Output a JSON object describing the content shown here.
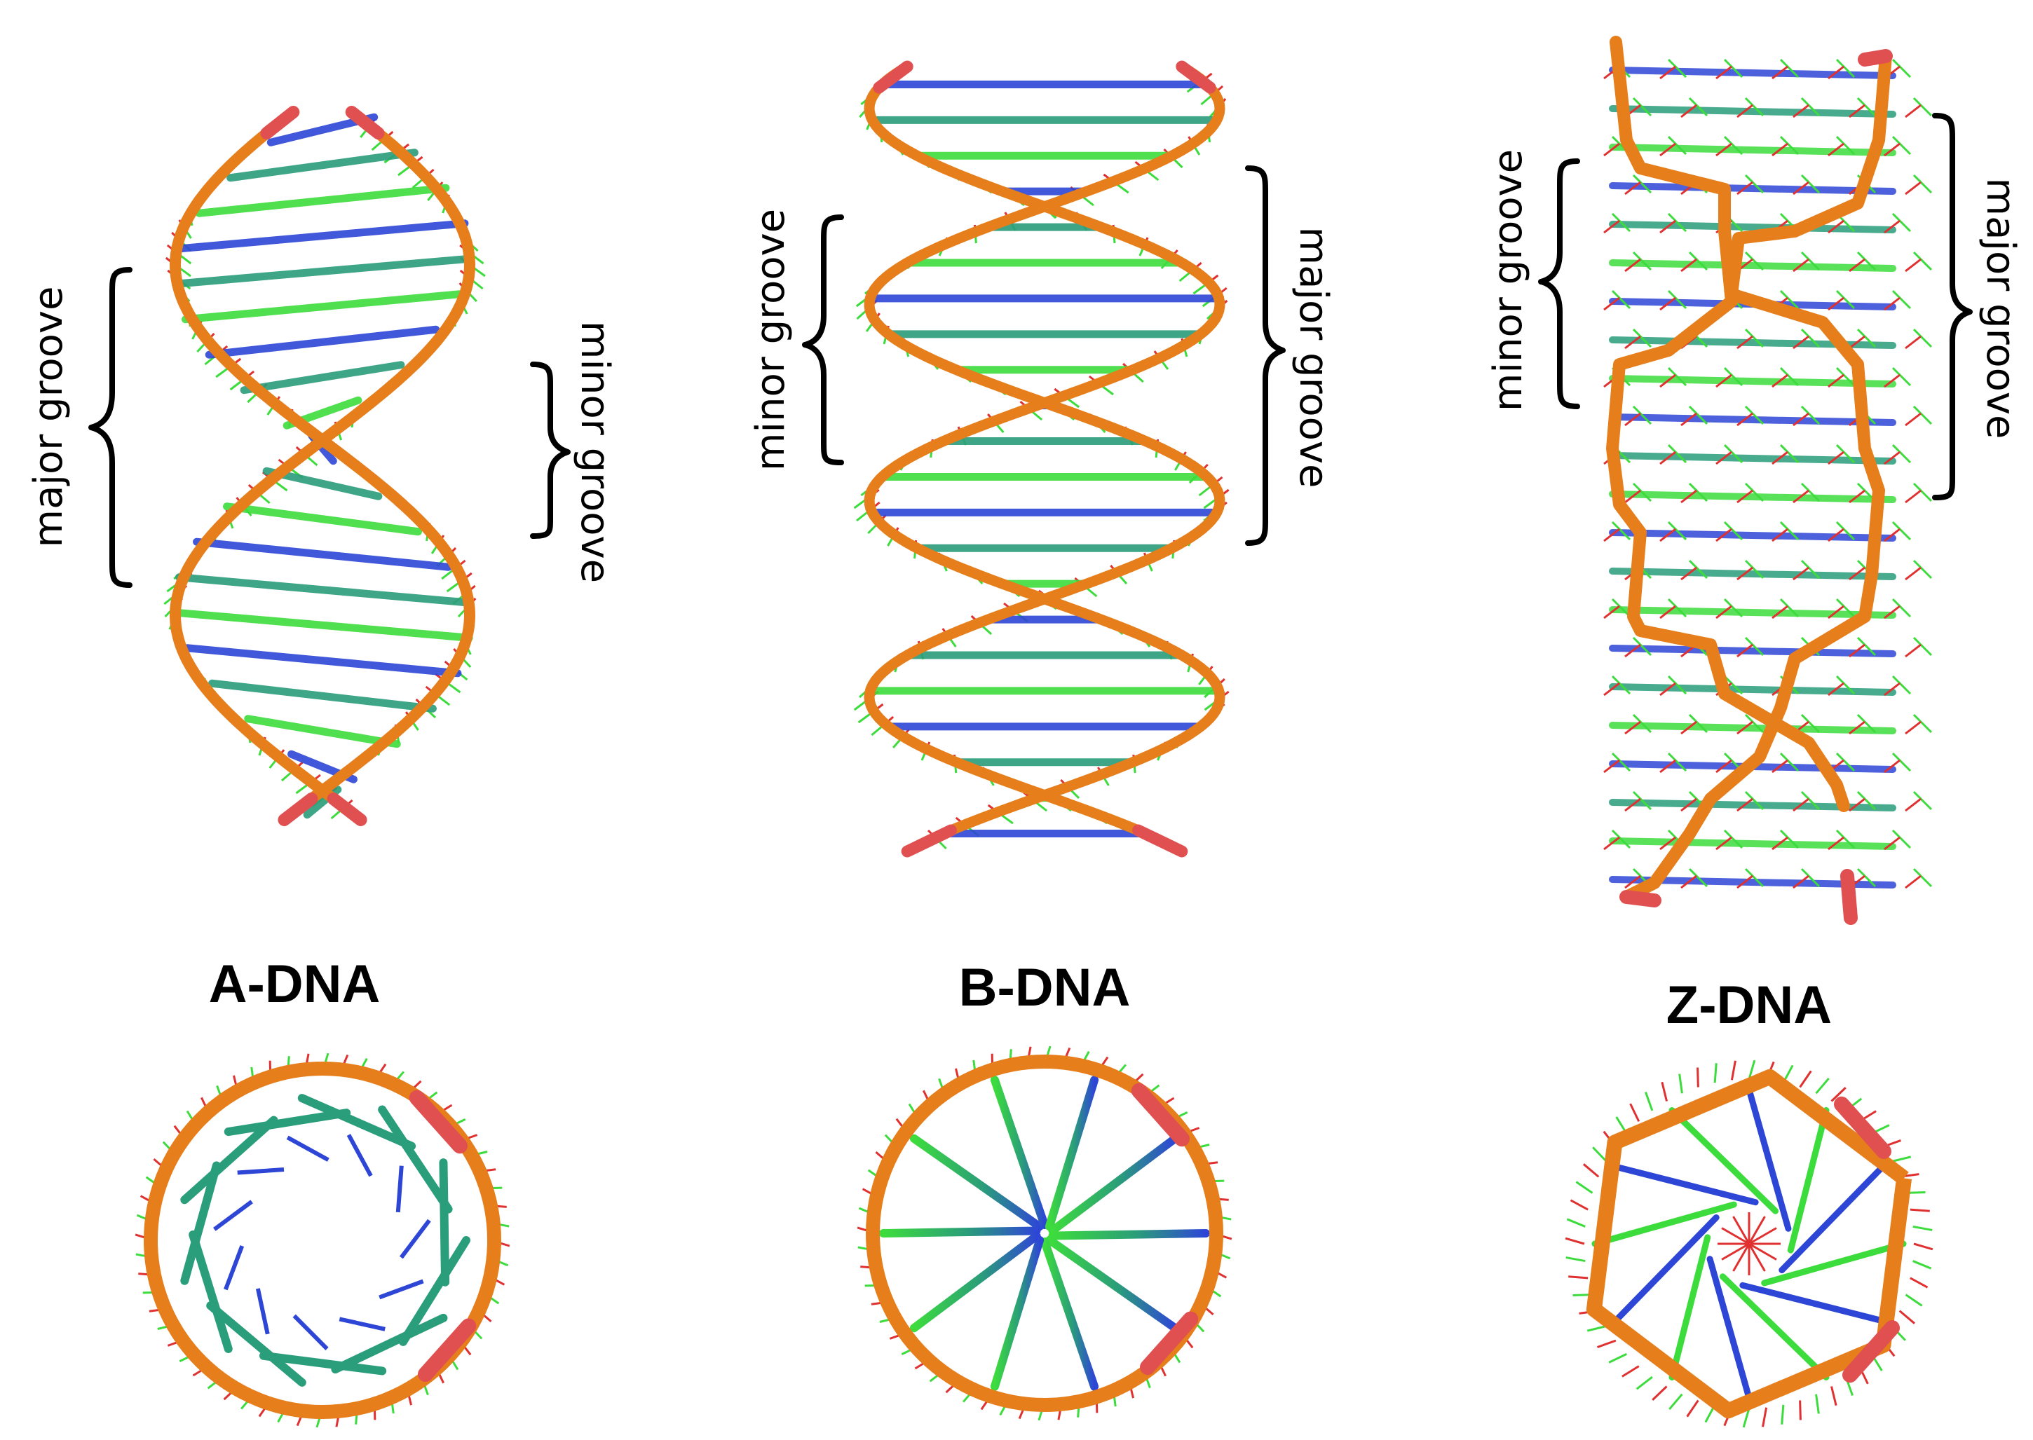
{
  "panels": [
    {
      "title": "A-DNA",
      "grooves": {
        "left": "major groove",
        "right": "minor groove"
      }
    },
    {
      "title": "B-DNA",
      "grooves": {
        "left": "minor groove",
        "right": "major groove"
      }
    },
    {
      "title": "Z-DNA",
      "grooves": {
        "left": "minor groove",
        "right": "major groove"
      }
    }
  ],
  "colors": {
    "backbone": "#e67e1c",
    "backbone_end": "#e05050",
    "base_green": "#3ddc3d",
    "base_teal": "#2a9d7a",
    "base_blue": "#2e46d6",
    "atom_red": "#e03030"
  }
}
